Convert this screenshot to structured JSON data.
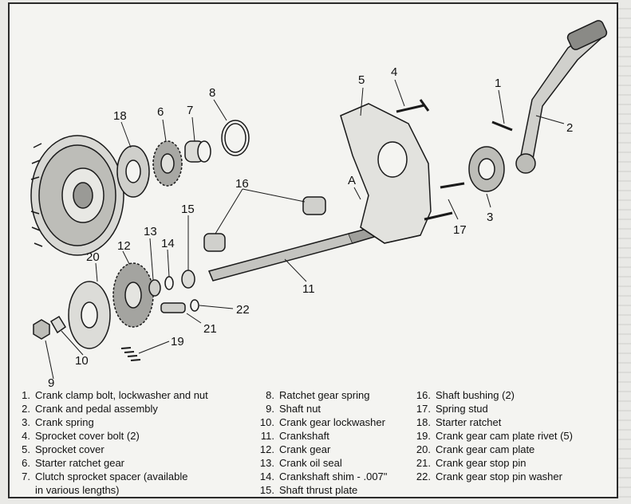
{
  "callouts": [
    "1",
    "2",
    "3",
    "4",
    "5",
    "6",
    "7",
    "8",
    "9",
    "10",
    "11",
    "12",
    "13",
    "14",
    "15",
    "16",
    "17",
    "18",
    "19",
    "20",
    "21",
    "22",
    "A"
  ],
  "legend": [
    {
      "num": "1.",
      "text": "Crank clamp bolt, lockwasher and nut"
    },
    {
      "num": "2.",
      "text": "Crank and pedal assembly"
    },
    {
      "num": "3.",
      "text": "Crank spring"
    },
    {
      "num": "4.",
      "text": "Sprocket cover bolt (2)"
    },
    {
      "num": "5.",
      "text": "Sprocket cover"
    },
    {
      "num": "6.",
      "text": "Starter ratchet gear"
    },
    {
      "num": "7.",
      "text": "Clutch sprocket spacer (available",
      "cont": "in various lengths)"
    },
    {
      "num": "8.",
      "text": "Ratchet gear spring"
    },
    {
      "num": "9.",
      "text": "Shaft nut"
    },
    {
      "num": "10.",
      "text": "Crank gear lockwasher"
    },
    {
      "num": "11.",
      "text": "Crankshaft"
    },
    {
      "num": "12.",
      "text": "Crank gear"
    },
    {
      "num": "13.",
      "text": "Crank oil seal"
    },
    {
      "num": "14.",
      "text": "Crankshaft shim - .007\""
    },
    {
      "num": "15.",
      "text": "Shaft thrust plate"
    },
    {
      "num": "16.",
      "text": "Shaft bushing (2)"
    },
    {
      "num": "17.",
      "text": "Spring stud"
    },
    {
      "num": "18.",
      "text": "Starter ratchet"
    },
    {
      "num": "19.",
      "text": "Crank gear cam plate rivet (5)"
    },
    {
      "num": "20.",
      "text": "Crank gear cam plate"
    },
    {
      "num": "21.",
      "text": "Crank gear stop pin"
    },
    {
      "num": "22.",
      "text": "Crank gear stop pin washer"
    }
  ],
  "colors": {
    "ink": "#1a1a1a",
    "panel": "#f4f4f1",
    "page": "#e9e9e6"
  }
}
